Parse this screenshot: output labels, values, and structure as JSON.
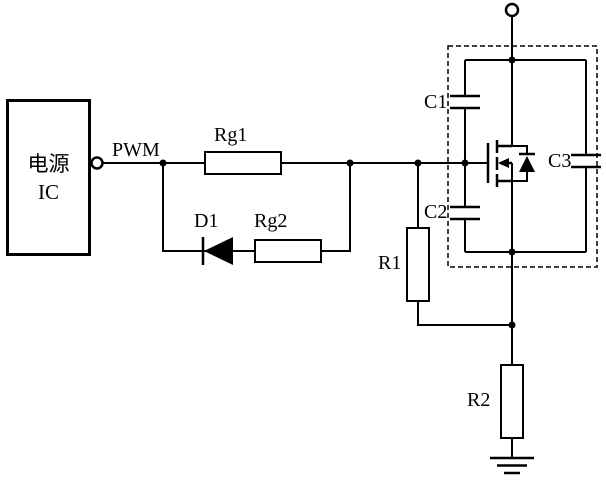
{
  "colors": {
    "line": "#000000",
    "background": "#ffffff"
  },
  "labels": {
    "ic_line1": "电源",
    "ic_line2": "IC",
    "pwm": "PWM",
    "rg1": "Rg1",
    "d1": "D1",
    "rg2": "Rg2",
    "c1": "C1",
    "c2": "C2",
    "c3": "C3",
    "r1": "R1",
    "r2": "R2"
  }
}
